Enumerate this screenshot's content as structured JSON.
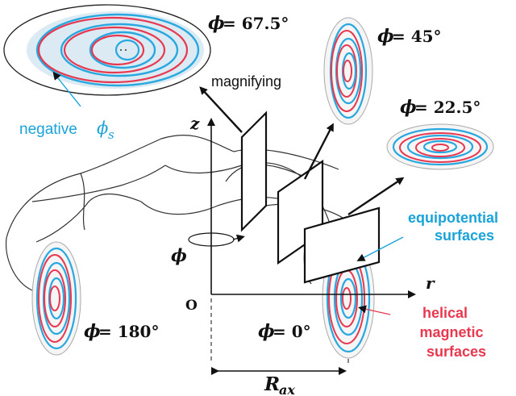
{
  "labels": {
    "phi_67": "= 67.5°",
    "phi_45": "= 45°",
    "phi_22": "= 22.5°",
    "phi_180": "= 180°",
    "phi_0": "= 0°",
    "phi_symbol": "ϕ",
    "magnifying": "magnifying",
    "negative": "negative",
    "phi_s_main": "ϕ",
    "phi_s_sub": "s",
    "equipotential_1": "equipotential",
    "equipotential_2": "surfaces",
    "helical_1": "helical",
    "helical_2": "magnetic",
    "helical_3": "surfaces",
    "axis_z": "z",
    "axis_r": "r",
    "origin": "O",
    "phi_axis": "ϕ",
    "rax_main": "R",
    "rax_sub": "ax"
  },
  "colors": {
    "red": "#e8384f",
    "blue": "#29a8e0",
    "cyan_text": "#1aa3d9",
    "red_text": "#e8384f",
    "fill_light": "#dceaf3",
    "line": "#222222"
  }
}
